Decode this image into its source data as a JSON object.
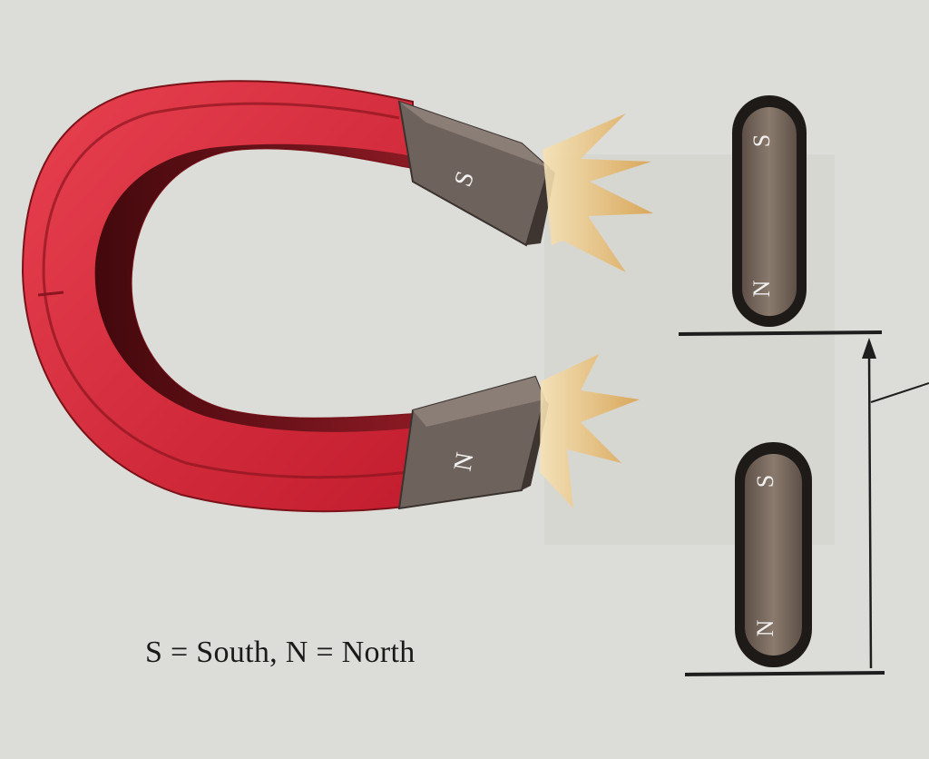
{
  "figure": {
    "caption": "S = South, N = North",
    "horseshoe_magnet": {
      "upper_pole_label": "S",
      "lower_pole_label": "N"
    },
    "bar_magnet_top": {
      "top_pole_label": "S",
      "bottom_pole_label": "N"
    },
    "bar_magnet_bottom": {
      "top_pole_label": "S",
      "bottom_pole_label": "N"
    },
    "colors": {
      "magnet_red": "#d6283a",
      "magnet_dark_red": "#5a0d14",
      "pole_gray": "#6e625c",
      "bar_brown": "#7a6a5e",
      "spark_gold": "#e6b86a",
      "background": "#dcdcd8"
    }
  }
}
